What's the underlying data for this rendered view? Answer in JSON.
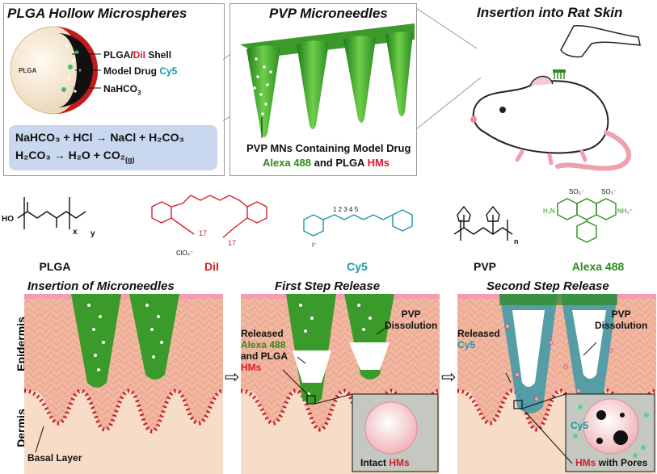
{
  "panels": {
    "plga_title": "PLGA Hollow Microspheres",
    "pvp_title": "PVP  Microneedles",
    "rat_title": "Insertion into Rat Skin"
  },
  "sphere": {
    "core_label": "PLGA",
    "shell_a": "PLGA/",
    "shell_b": "DiI",
    "shell_c": " Shell",
    "drug_a": "Model Drug ",
    "drug_b": "Cy5",
    "nahco3": "NaHCO",
    "nahco3_sub": "3"
  },
  "equations": {
    "eq1": "NaHCO₃ + HCl → NaCl + H₂CO₃",
    "eq2": "H₂CO₃ → H₂O + CO₂",
    "eq2_sub": "(g)"
  },
  "mn_caption": {
    "line1": "PVP MNs Containing Model Drug",
    "line2a": "Alexa 488",
    "line2b": " and PLGA ",
    "line2c": "HMs"
  },
  "chemicals": [
    {
      "name": "PLGA",
      "color": "#111111"
    },
    {
      "name": "DiI",
      "color": "#d4202a"
    },
    {
      "name": "Cy5",
      "color": "#1a96a8"
    },
    {
      "name": "PVP",
      "color": "#111111"
    },
    {
      "name": "Alexa 488",
      "color": "#2e8b1e"
    }
  ],
  "structures": {
    "plga_ho": "HO",
    "plga_y": "y",
    "plga_x": "x",
    "dii_17a": "17",
    "dii_17b": "17",
    "dii_clo": "ClO₄⁻",
    "cy5_i": "I⁻",
    "cy5_n": "1  2  3  4  5",
    "pvp_n": "n",
    "alexa_so3a": "SO₃⁻",
    "alexa_so3b": "SO₃⁻",
    "alexa_h2n": "H₂N",
    "alexa_nh2": "NH₂⁺"
  },
  "steps": {
    "s1": "Insertion of Microneedles",
    "s2": "First Step Release",
    "s3": "Second Step Release"
  },
  "skin": {
    "epidermis": "Epidermis",
    "dermis": "Dermis",
    "basal": "Basal Layer",
    "arrow": "⇨"
  },
  "step2": {
    "released": "Released",
    "alexa": "Alexa 488",
    "and_plga": "and PLGA",
    "hms": "HMs",
    "pvp": "PVP",
    "dissolution": "Dissolution",
    "intact": "Intact ",
    "intact_hms": "HMs"
  },
  "step3": {
    "released": "Released",
    "cy5": "Cy5",
    "pvp": "PVP",
    "dissolution": "Dissolution",
    "cy5_inset": "Cy5",
    "hms": "HMs",
    "with_pores": " with Pores"
  },
  "colors": {
    "green": "#2e8b1e",
    "red": "#d4202a",
    "teal": "#1a96a8",
    "skin": "#f3c3a8",
    "dermis": "#f6d9c4"
  }
}
